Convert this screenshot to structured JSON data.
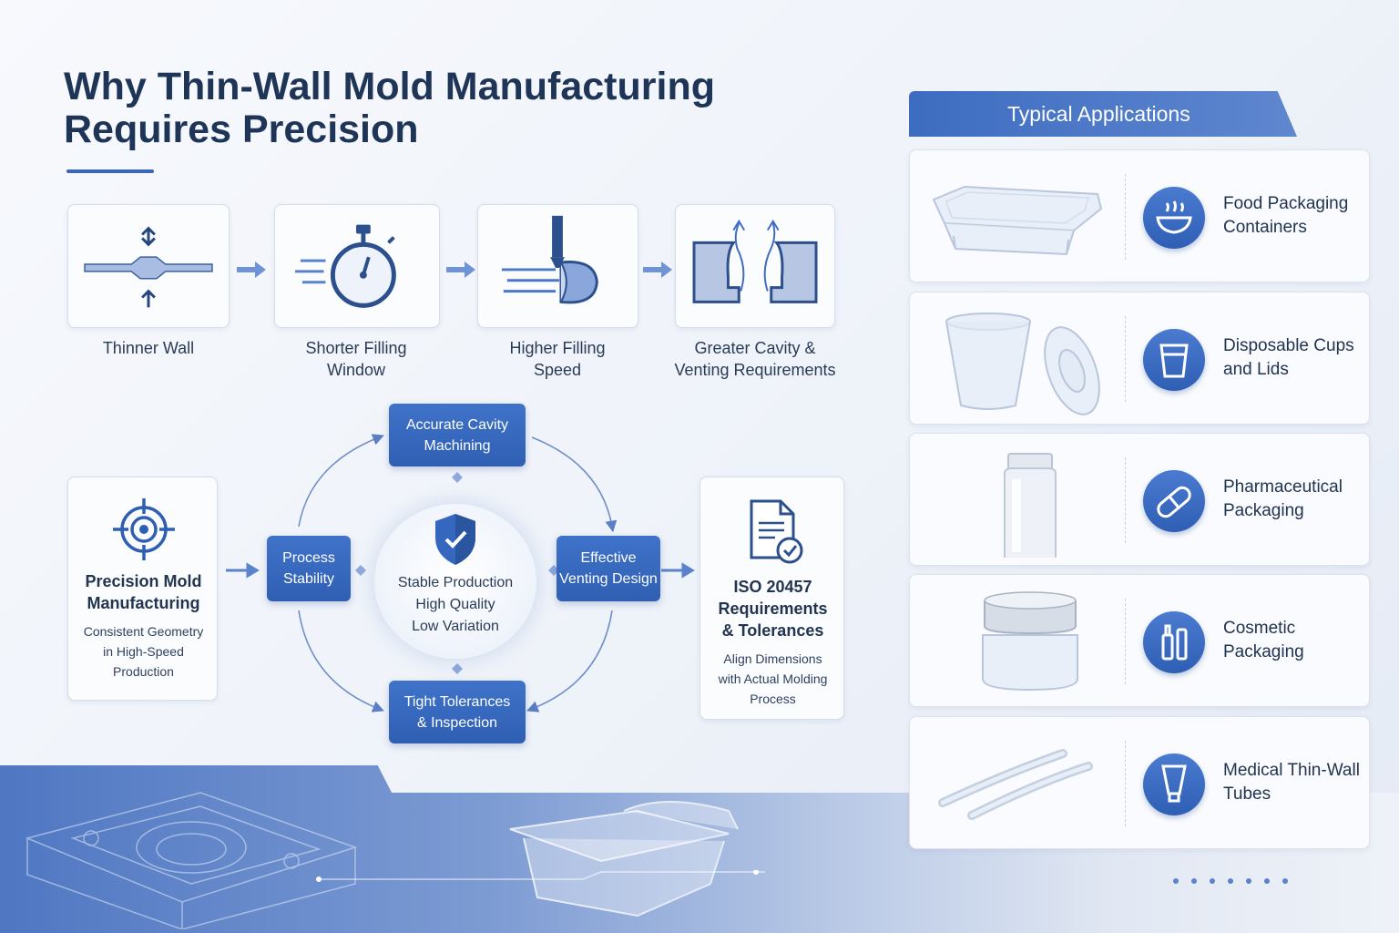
{
  "title": {
    "line1": "Why Thin-Wall Mold Manufacturing",
    "line2": "Requires Precision"
  },
  "steps": [
    {
      "label_line1": "Thinner Wall",
      "label_line2": "",
      "icon": "thin-wall-icon"
    },
    {
      "label_line1": "Shorter Filling",
      "label_line2": "Window",
      "icon": "stopwatch-icon"
    },
    {
      "label_line1": "Higher Filling",
      "label_line2": "Speed",
      "icon": "injection-nozzle-icon"
    },
    {
      "label_line1": "Greater Cavity &",
      "label_line2": "Venting Requirements",
      "icon": "venting-cavity-icon"
    }
  ],
  "cycle": {
    "top": {
      "line1": "Accurate Cavity",
      "line2": "Machining"
    },
    "left": {
      "line1": "Process",
      "line2": "Stability"
    },
    "right": {
      "line1": "Effective",
      "line2": "Venting Design"
    },
    "bottom": {
      "line1": "Tight Tolerances",
      "line2": "& Inspection"
    },
    "center": {
      "line1": "Stable Production",
      "line2": "High Quality",
      "line3": "Low Variation"
    }
  },
  "left_card": {
    "title_line1": "Precision Mold",
    "title_line2": "Manufacturing",
    "sub_line1": "Consistent Geometry",
    "sub_line2": "in High-Speed",
    "sub_line3": "Production",
    "icon": "target-icon"
  },
  "right_card": {
    "title_line1": "ISO 20457",
    "title_line2": "Requirements",
    "title_line3": "& Tolerances",
    "sub_line1": "Align Dimensions",
    "sub_line2": "with Actual Molding",
    "sub_line3": "Process",
    "icon": "document-check-icon"
  },
  "applications": {
    "header": "Typical Applications",
    "items": [
      {
        "line1": "Food Packaging",
        "line2": "Containers",
        "icon": "bowl-icon",
        "image": "clear-food-container"
      },
      {
        "line1": "Disposable Cups",
        "line2": "and Lids",
        "icon": "cup-icon",
        "image": "clear-cup-and-lid"
      },
      {
        "line1": "Pharmaceutical",
        "line2": "Packaging",
        "icon": "capsule-icon",
        "image": "pill-bottle"
      },
      {
        "line1": "Cosmetic",
        "line2": "Packaging",
        "icon": "cosmetic-bottle-icon",
        "image": "cosmetic-jar"
      },
      {
        "line1": "Medical Thin-Wall",
        "line2": "Tubes",
        "icon": "tube-icon",
        "image": "clear-tubes"
      }
    ]
  },
  "colors": {
    "accent": "#3a67b8",
    "title": "#1f3557",
    "box_blue": "#3467bd"
  }
}
